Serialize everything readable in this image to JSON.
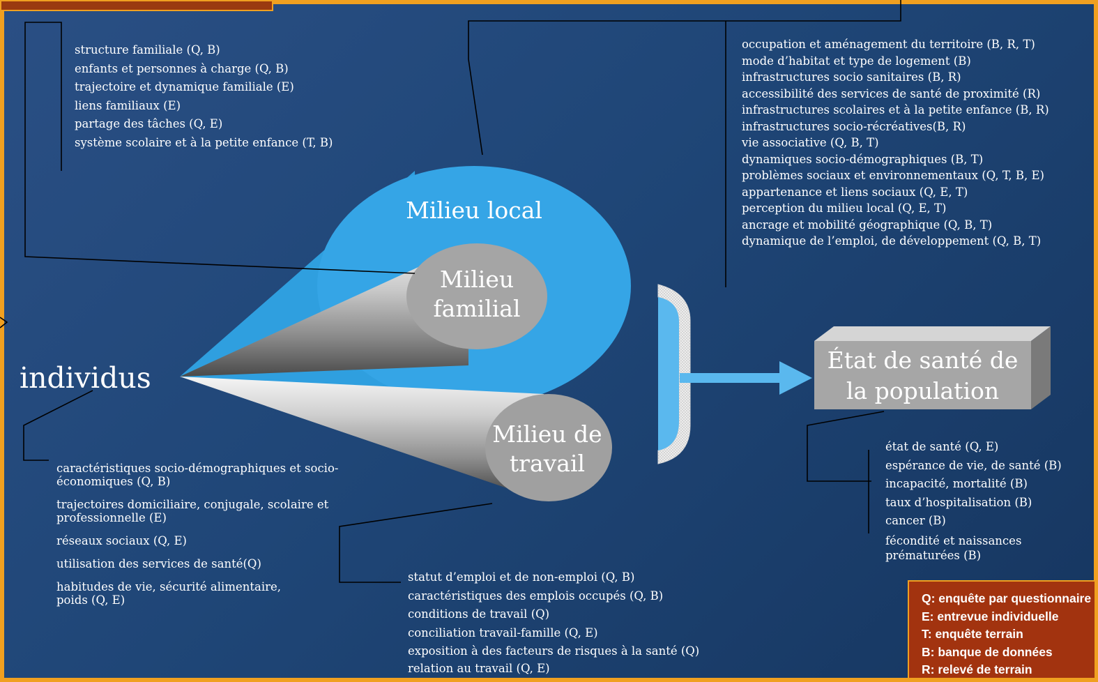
{
  "individus": {
    "label": "individus",
    "items": [
      "caractéristiques socio-démographiques et socio-économiques (Q, B)",
      "trajectoires domiciliaire, conjugale, scolaire et professionnelle (E)",
      "réseaux sociaux (Q, E)",
      "utilisation des services de santé(Q)",
      "habitudes de vie, sécurité alimentaire, poids (Q, E)"
    ]
  },
  "milieu_familial": {
    "label_line1": "Milieu",
    "label_line2": "familial",
    "items": [
      "structure familiale (Q, B)",
      "enfants et personnes à charge (Q, B)",
      "trajectoire et dynamique familiale (E)",
      "liens familiaux (E)",
      "partage des tâches (Q, E)",
      "système scolaire et à la petite enfance (T, B)"
    ]
  },
  "milieu_local": {
    "label": "Milieu local",
    "items": [
      "occupation et aménagement du territoire  (B, R, T)",
      "mode d’habitat et type de logement (B)",
      "infrastructures socio sanitaires (B, R)",
      "accessibilité des services de santé de proximité (R)",
      "infrastructures scolaires et à la petite enfance (B, R)",
      "infrastructures socio-récréatives(B, R)",
      "vie associative (Q, B, T)",
      "dynamiques socio-démographiques (B, T)",
      "problèmes sociaux et environnementaux (Q, T, B, E)",
      "appartenance et liens sociaux (Q, E, T)",
      "perception du milieu local (Q, E, T)",
      "ancrage et mobilité géographique (Q, B, T)",
      "dynamique de l’emploi, de développement (Q, B, T)"
    ]
  },
  "milieu_travail": {
    "label_line1": "Milieu de",
    "label_line2": "travail",
    "items": [
      "statut d’emploi et de non-emploi (Q, B)",
      "caractéristiques des emplois occupés (Q, B)",
      "conditions de travail (Q)",
      "conciliation travail-famille (Q, E)",
      "exposition à des facteurs de risques à la santé (Q)",
      "relation au travail (Q, E)"
    ]
  },
  "etat_sante": {
    "label_line1": "État de santé de",
    "label_line2": "la population",
    "items": [
      "état de santé (Q, E)",
      "espérance de vie, de santé (B)",
      "incapacité, mortalité (B)",
      "taux d’hospitalisation (B)",
      "cancer (B)",
      "fécondité et naissances prématurées (B)"
    ]
  },
  "legend": {
    "q": "Q: enquête par questionnaire",
    "e": "E: entrevue individuelle",
    "t": "T: enquête terrain",
    "b": "B: banque de données",
    "r": "R: relevé de terrain"
  },
  "colors": {
    "background": "#1f4677",
    "frame": "#f0a020",
    "local_cone": "#2fa0e0",
    "bracket": "#5ab8ee",
    "legend_bg": "#a2330f",
    "box_gray": "#a6a6a6"
  }
}
